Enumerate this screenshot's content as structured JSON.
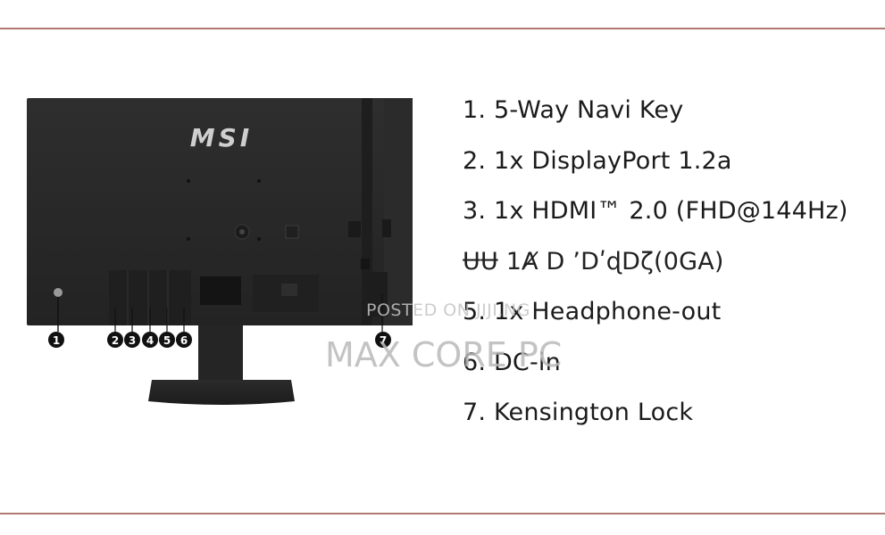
{
  "brand": {
    "logo_text": "MSI"
  },
  "port_list": [
    "1. 5-Way Navi Key",
    "2. 1x DisplayPort 1.2a",
    "3. 1x HDMI™ 2.0 (FHD@144Hz)",
    "ɄɄ 1Ⱥ D ʼDʹɖDζ(0GA)",
    "5. 1x Headphone-out",
    "6. DC-in",
    "7. Kensington Lock"
  ],
  "callout_numbers": [
    "1",
    "2",
    "3",
    "4",
    "5",
    "6",
    "7"
  ],
  "watermark": {
    "posted_on": "POSTED ON JIJI.NG",
    "seller": "MAX CORE PC"
  },
  "colors": {
    "monitor_body": "#2a2a2a",
    "rule_line": "#b27a72",
    "callout_fill": "#111111"
  }
}
